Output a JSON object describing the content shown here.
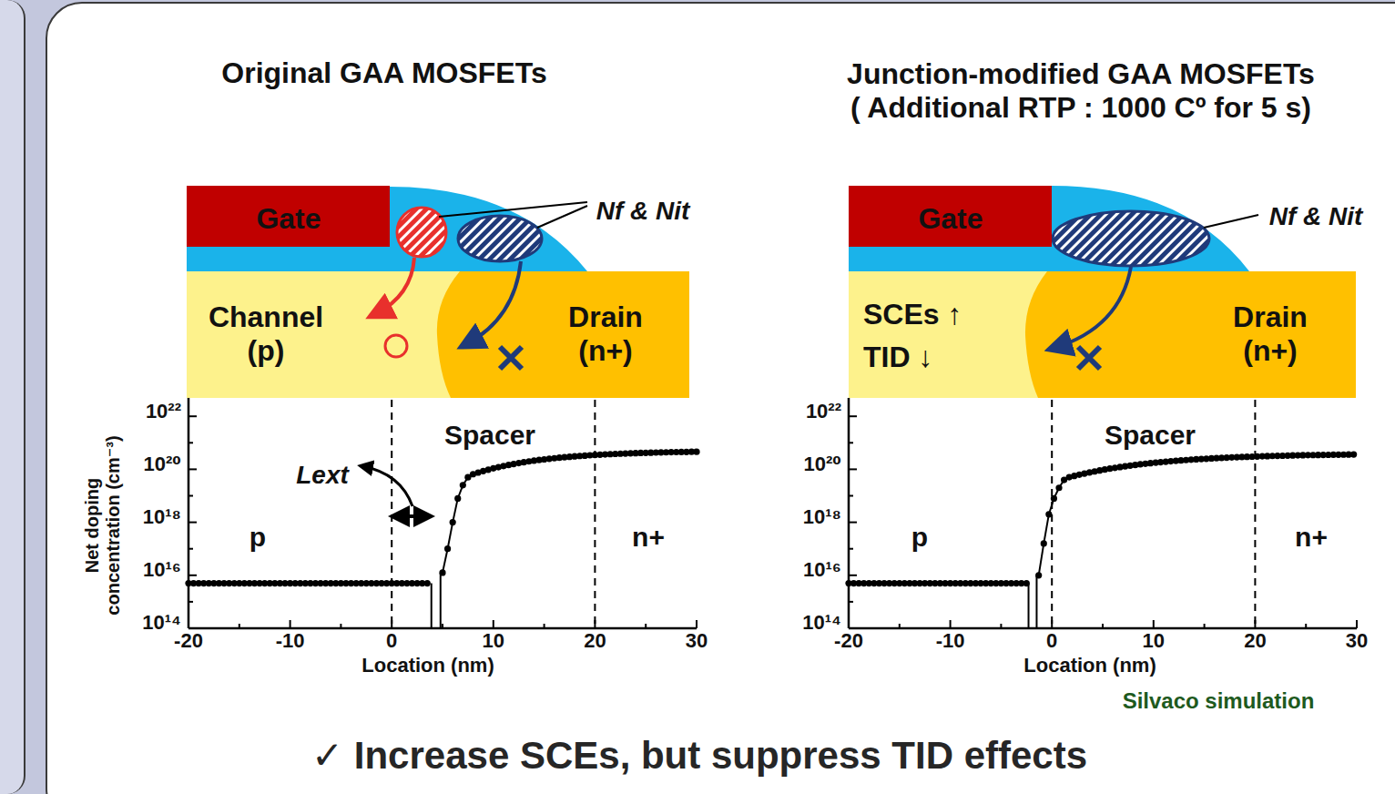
{
  "diagram": {
    "caption": "✓ Increase SCEs, but suppress TID effects",
    "nodes": [
      {
        "text": [
          "Gate"
        ]
      },
      {
        "text": [
          "Channel (p)"
        ]
      },
      {
        "text": [
          "Drain (n+)"
        ]
      },
      {
        "text": [
          "Gate"
        ]
      },
      {
        "text": [
          "SCEs ↑",
          "TID ↓"
        ]
      },
      {
        "text": [
          "Drain (n+)"
        ]
      }
    ],
    "labels": [
      "Original GAA MOSFETs",
      "Junction-modified GAA MOSFETs ( Additional RTP : 1000 Cº for 5 s)",
      "Nf & Nit",
      "Nf & Nit",
      "Net doping concentration (cm⁻³)",
      "10²²",
      "10²⁰",
      "10¹⁸",
      "10¹⁶",
      "10¹⁴",
      "-20",
      "-10",
      "0",
      "10",
      "20",
      "30",
      "Location (nm)",
      "Spacer",
      "p",
      "n+",
      "Lext",
      "10²²",
      "10²⁰",
      "10¹⁸",
      "10¹⁶",
      "10¹⁴",
      "-20",
      "-10",
      "0",
      "10",
      "20",
      "30",
      "Location (nm)",
      "Spacer",
      "p",
      "n+",
      "Silvaco simulation"
    ]
  }
}
